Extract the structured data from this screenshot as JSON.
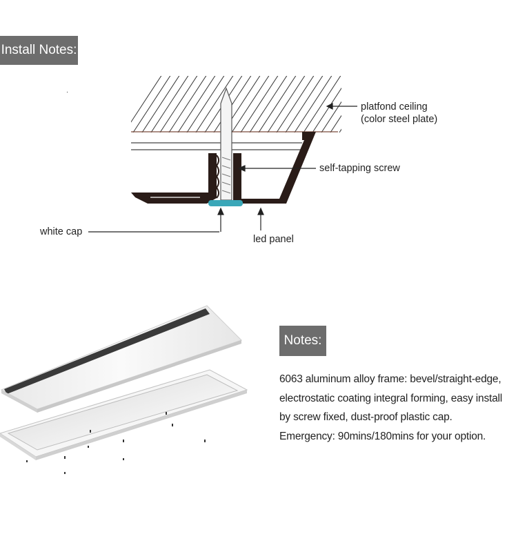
{
  "install_notes": {
    "title": "Install Notes:",
    "callouts": {
      "ceiling_line1": "platfond ceiling",
      "ceiling_line2": "(color steel plate)",
      "screw": "self-tapping screw",
      "cap": "white cap",
      "panel": "led panel"
    }
  },
  "notes": {
    "title": "Notes:",
    "lines": [
      "6063 aluminum alloy frame: bevel/straight-edge,",
      "electrostatic coating integral forming, easy install",
      "by screw fixed, dust-proof plastic cap.",
      "Emergency: 90mins/180mins for your option."
    ]
  },
  "colors": {
    "label_bg": "#6d6d6d",
    "frame": "#2a1c18",
    "cap": "#3aa7b8"
  }
}
